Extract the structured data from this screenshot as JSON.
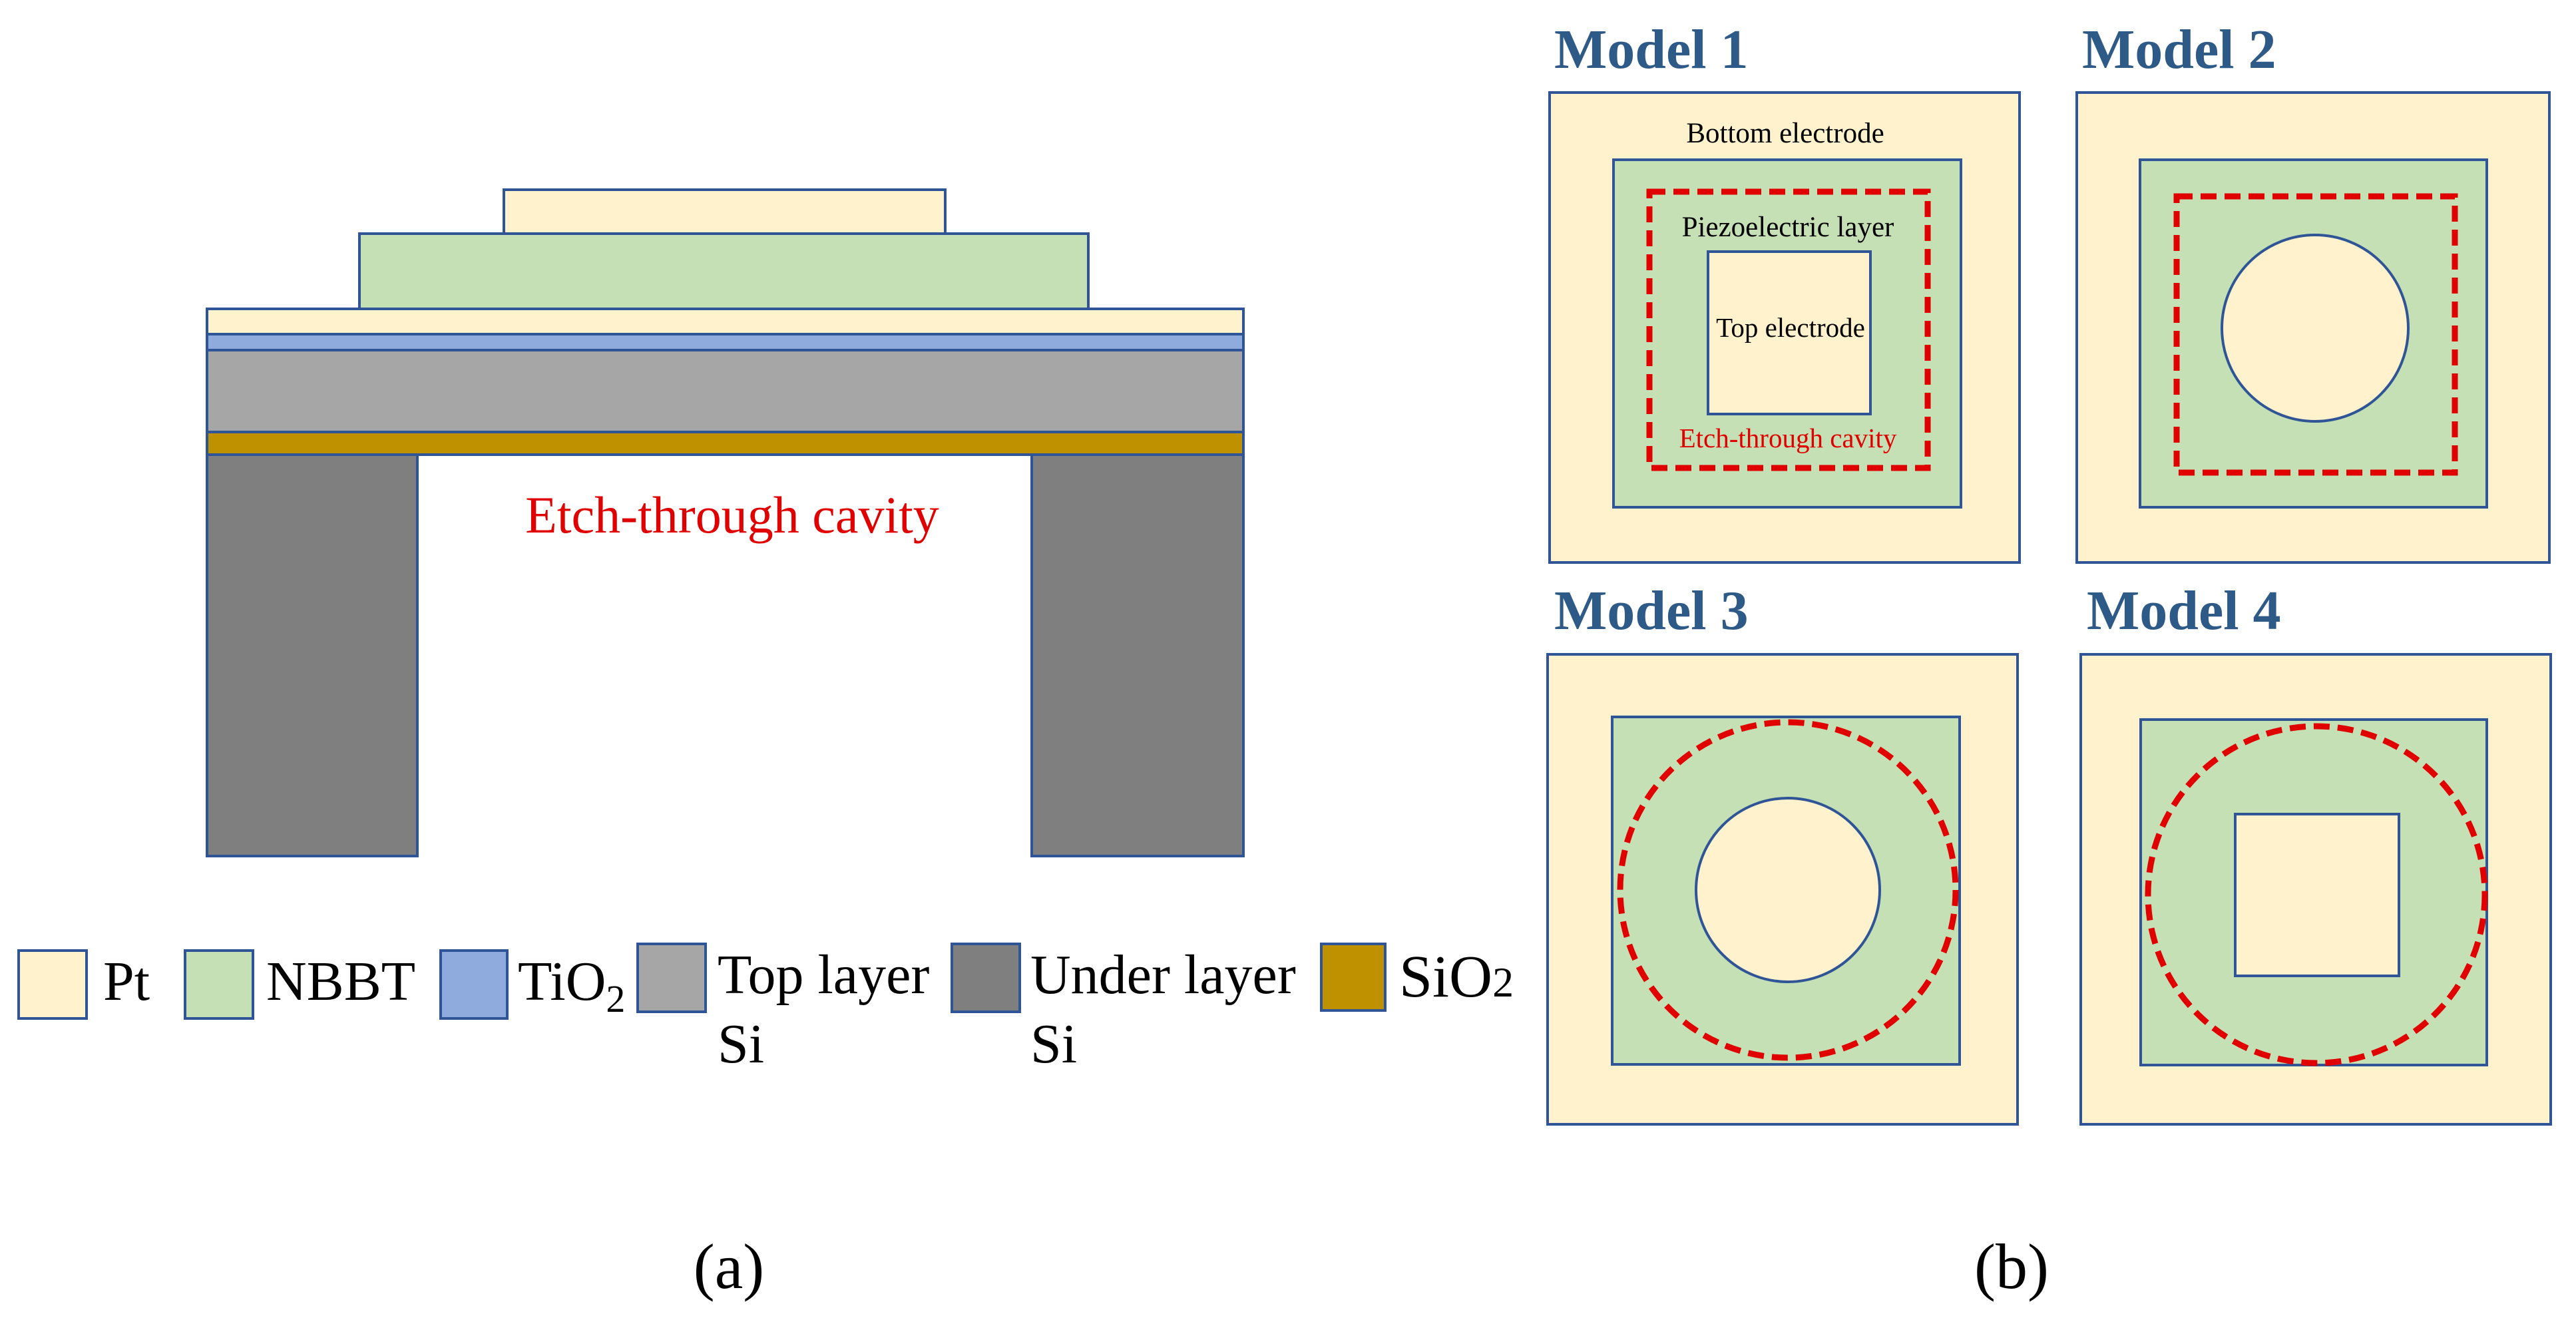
{
  "colors": {
    "pt": "#FFF2CC",
    "nbbt": "#C5E0B4",
    "tio2": "#8FAADC",
    "top_si": "#A6A6A6",
    "under_si": "#7F7F7F",
    "sio2": "#BF9000",
    "outline": "#2F5597",
    "cavity": "#E00000",
    "model_title": "#2E5A87",
    "text": "#000000"
  },
  "panel_a": {
    "cavity_label": "Etch-through cavity",
    "caption": "(a)",
    "legend": [
      {
        "key": "pt",
        "label": "Pt"
      },
      {
        "key": "nbbt",
        "label": "NBBT"
      },
      {
        "key": "tio2",
        "label_base": "TiO",
        "label_sub": "2"
      },
      {
        "key": "top_si",
        "label_line1": "Top layer",
        "label_line2": "Si"
      },
      {
        "key": "under_si",
        "label_line1": "Under layer",
        "label_line2": "Si"
      },
      {
        "key": "sio2",
        "label_base": "SiO",
        "label_sub": "2"
      }
    ]
  },
  "panel_b": {
    "caption": "(b)",
    "models": [
      {
        "title": "Model 1",
        "top_electrode": "square",
        "cavity": "square",
        "labels": {
          "bottom_electrode": "Bottom electrode",
          "piezoelectric_layer": "Piezoelectric layer",
          "top_electrode": "Top electrode",
          "cavity": "Etch-through cavity"
        }
      },
      {
        "title": "Model 2",
        "top_electrode": "circle",
        "cavity": "square"
      },
      {
        "title": "Model 3",
        "top_electrode": "circle",
        "cavity": "circle"
      },
      {
        "title": "Model 4",
        "top_electrode": "square",
        "cavity": "circle"
      }
    ]
  }
}
